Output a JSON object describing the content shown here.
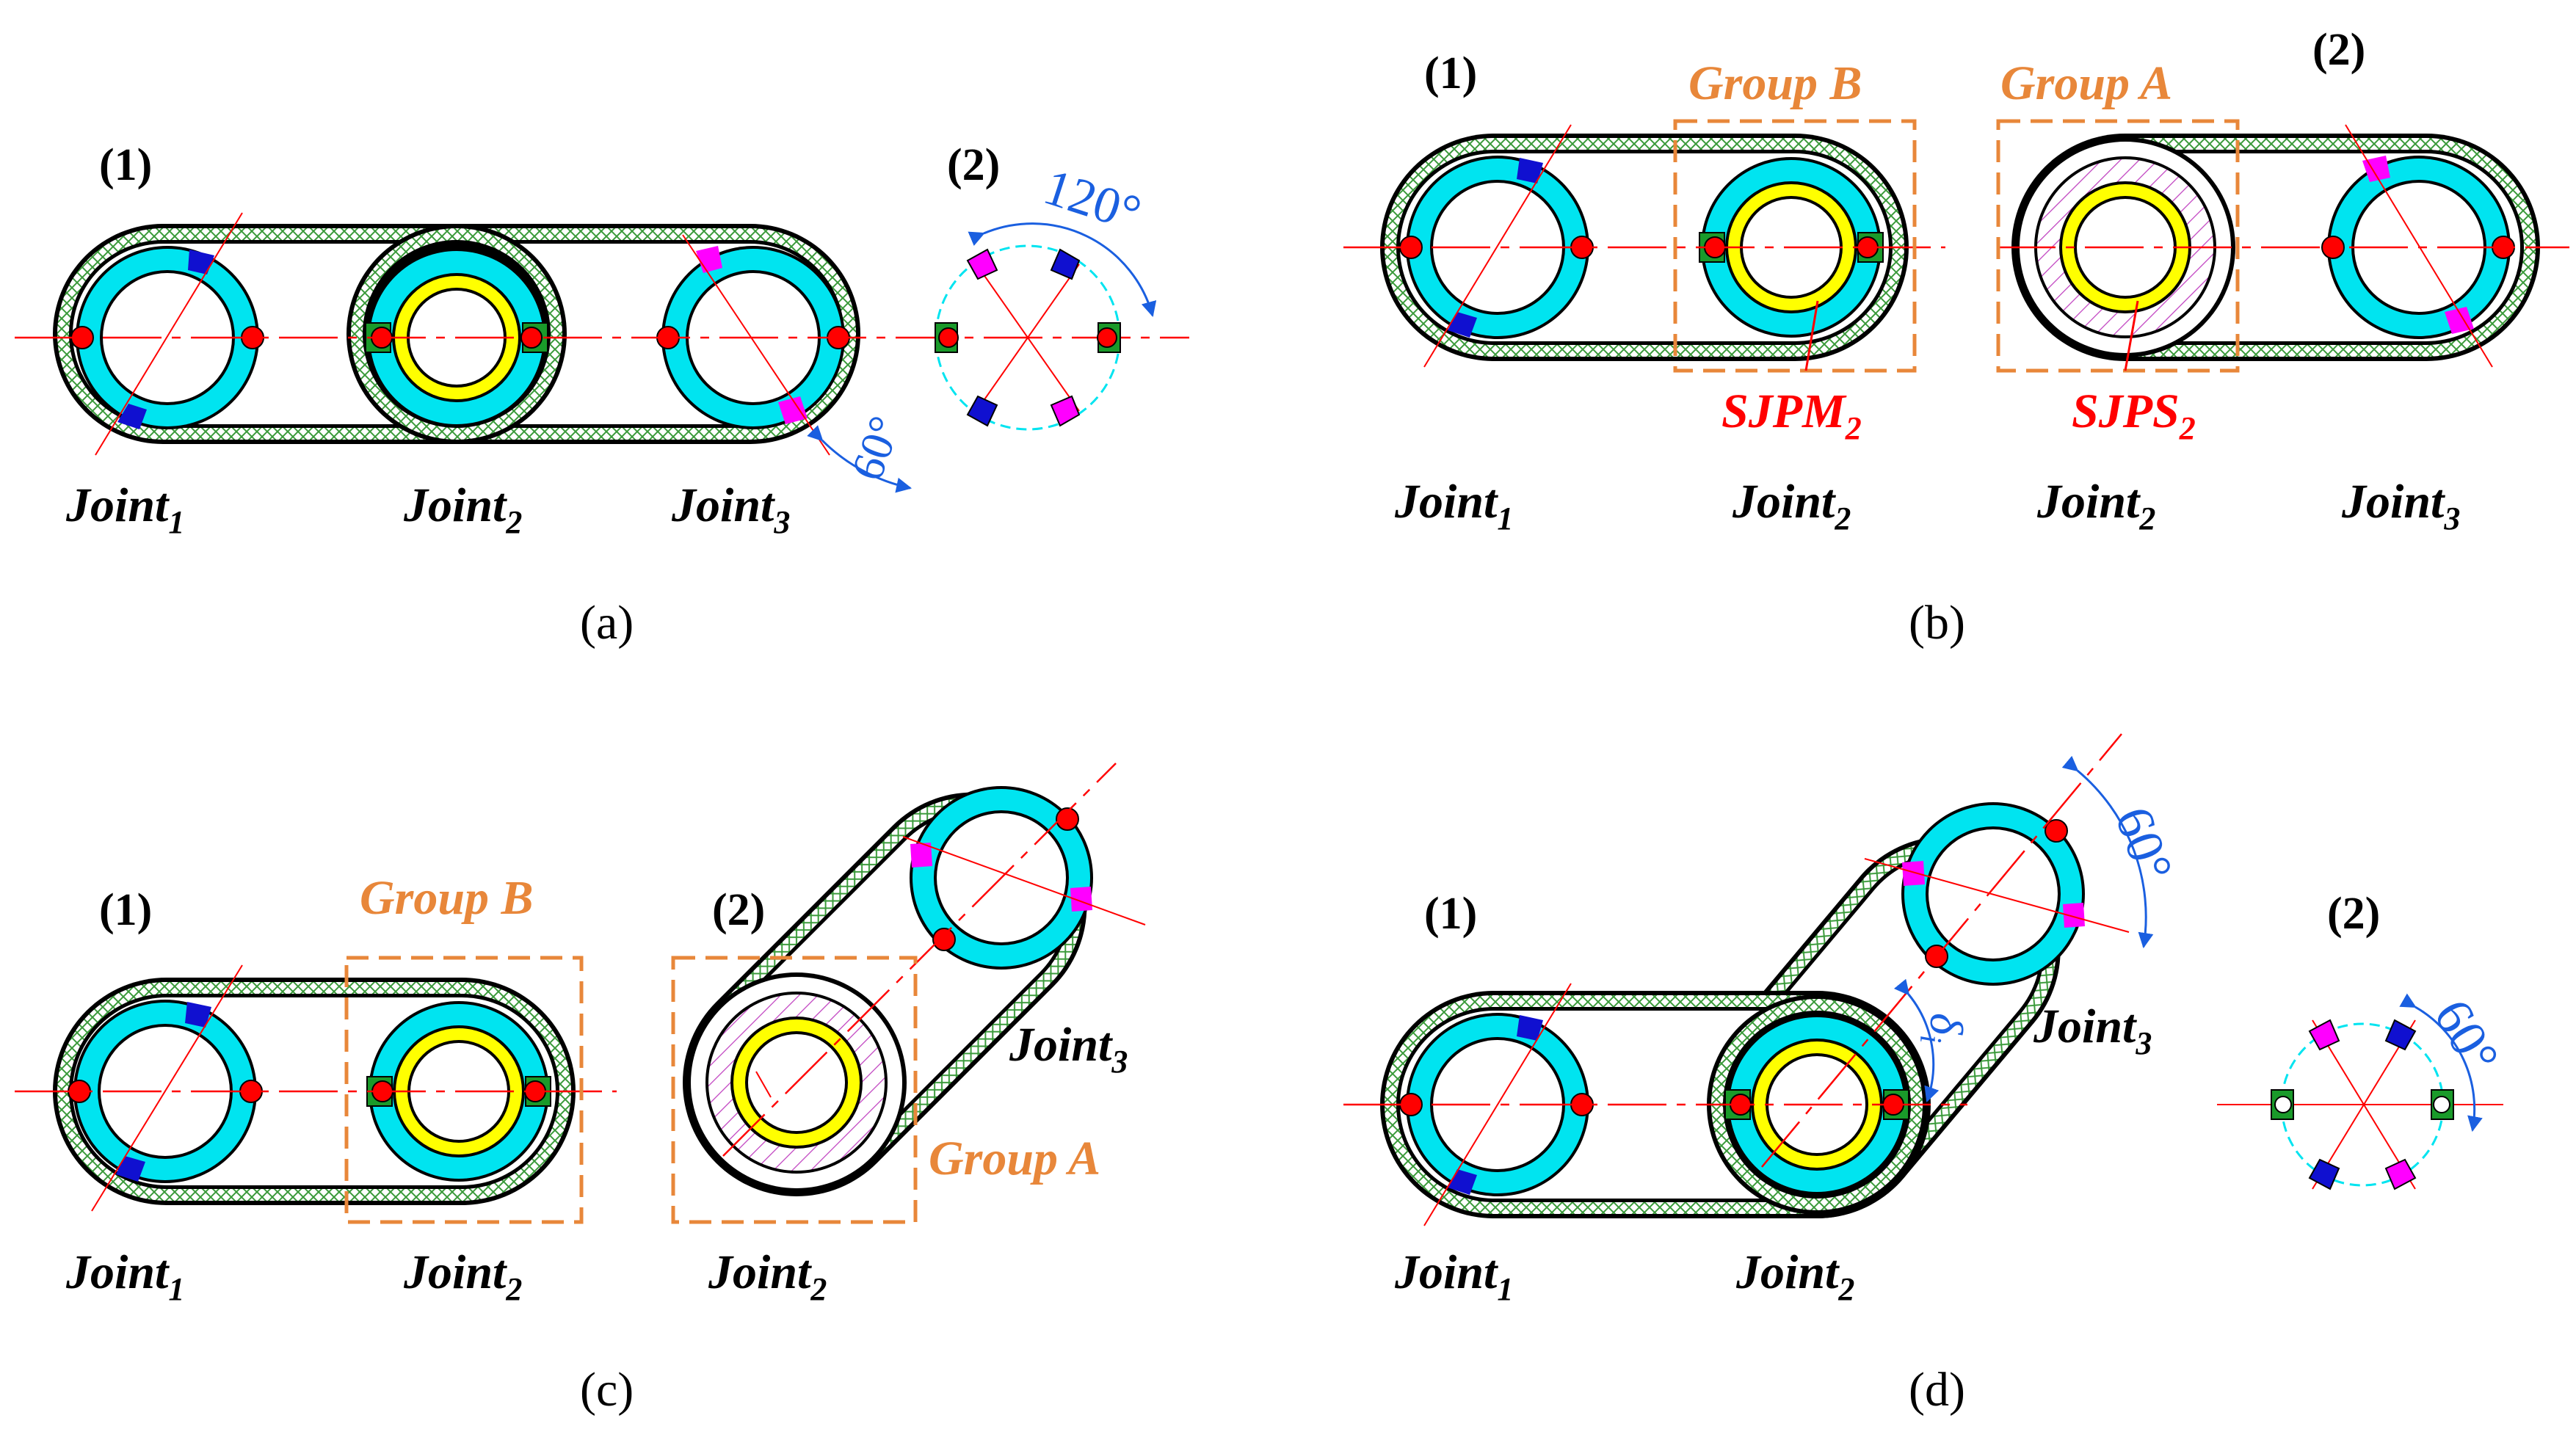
{
  "colors": {
    "belt_outline": "#000000",
    "belt_hatch": "#3a9a3a",
    "bearing_ring": "#00e4f0",
    "yellow_ring": "#ffff00",
    "red_dot": "#ff0000",
    "pad_blue": "#1010d0",
    "pad_magenta": "#ff00ff",
    "pad_green": "#1a9a2a",
    "center_line": "#ff0000",
    "group_box": "#e8873a",
    "angle_annotation": "#1a5fe0",
    "part_label_red": "#ff0000",
    "hatch_purple": "#c040c0"
  },
  "panels": {
    "a": {
      "caption": "(a)",
      "label_1": "(1)",
      "label_2": "(2)",
      "angle_120": "120°",
      "angle_60": "60°",
      "joint1": "Joint",
      "joint1_sub": "1",
      "joint2": "Joint",
      "joint2_sub": "2",
      "joint3": "Joint",
      "joint3_sub": "3"
    },
    "b": {
      "caption": "(b)",
      "label_1": "(1)",
      "label_2": "(2)",
      "group_b": "Group B",
      "group_a": "Group A",
      "sjpm": "SJPM",
      "sjpm_sub": "2",
      "sjps": "SJPS",
      "sjps_sub": "2",
      "joint1": "Joint",
      "joint1_sub": "1",
      "joint2_left": "Joint",
      "joint2_left_sub": "2",
      "joint2_right": "Joint",
      "joint2_right_sub": "2",
      "joint3": "Joint",
      "joint3_sub": "3"
    },
    "c": {
      "caption": "(c)",
      "label_1": "(1)",
      "label_2": "(2)",
      "group_b": "Group B",
      "group_a": "Group A",
      "joint1": "Joint",
      "joint1_sub": "1",
      "joint2_left": "Joint",
      "joint2_left_sub": "2",
      "joint2_right": "Joint",
      "joint2_right_sub": "2",
      "joint3": "Joint",
      "joint3_sub": "3"
    },
    "d": {
      "caption": "(d)",
      "label_1": "(1)",
      "label_2": "(2)",
      "angle_60_top": "60°",
      "angle_60_small": "60°",
      "delta": "δ",
      "delta_sub": "i",
      "joint1": "Joint",
      "joint1_sub": "1",
      "joint2": "Joint",
      "joint2_sub": "2",
      "joint3": "Joint",
      "joint3_sub": "3"
    }
  }
}
